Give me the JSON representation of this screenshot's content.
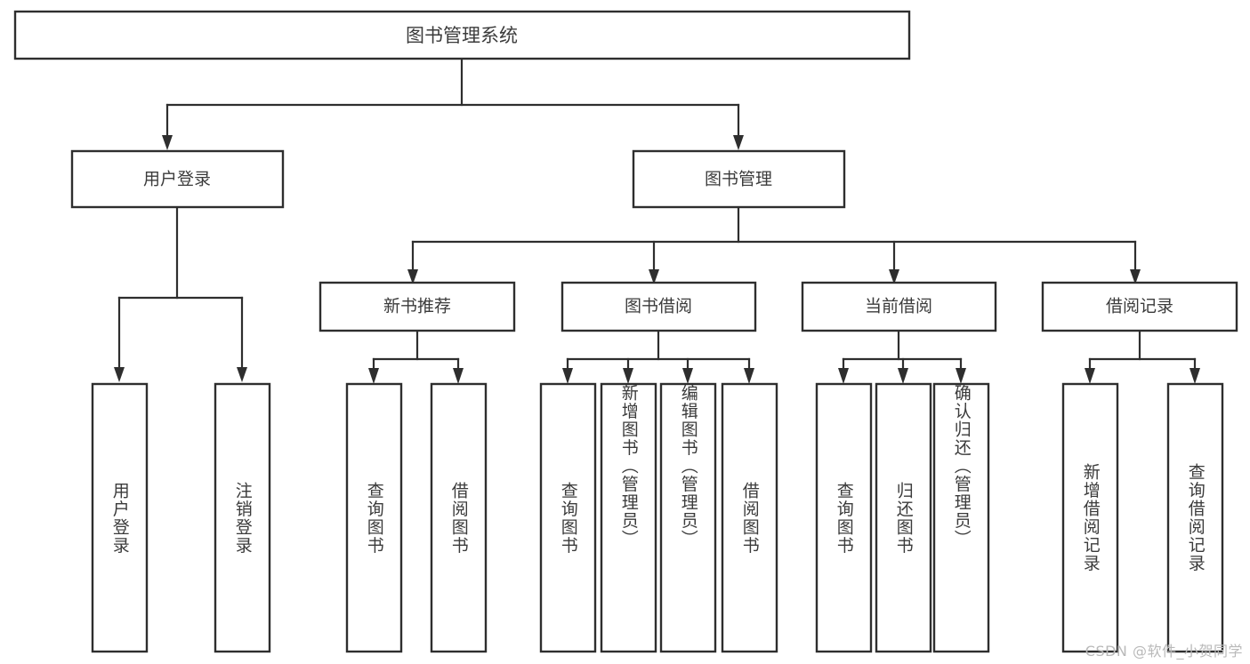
{
  "diagram": {
    "kind": "tree",
    "title_node": {
      "label": "图书管理系统"
    },
    "level1": [
      {
        "id": "user-login",
        "label": "用户登录"
      },
      {
        "id": "book-management",
        "label": "图书管理"
      }
    ],
    "level2": [
      {
        "id": "new-book-recommend",
        "label": "新书推荐",
        "parent": "book-management"
      },
      {
        "id": "book-borrow",
        "label": "图书借阅",
        "parent": "book-management"
      },
      {
        "id": "current-borrow",
        "label": "当前借阅",
        "parent": "book-management"
      },
      {
        "id": "borrow-record",
        "label": "借阅记录",
        "parent": "book-management"
      }
    ],
    "leaves": [
      {
        "id": "leaf-user-login",
        "label": "用户登录",
        "parent": "user-login"
      },
      {
        "id": "leaf-logout-login",
        "label": "注销登录",
        "parent": "user-login"
      },
      {
        "id": "leaf-query-book-1",
        "label": "查询图书",
        "parent": "new-book-recommend"
      },
      {
        "id": "leaf-borrow-book-1",
        "label": "借阅图书",
        "parent": "new-book-recommend"
      },
      {
        "id": "leaf-query-book-2",
        "label": "查询图书",
        "parent": "book-borrow"
      },
      {
        "id": "leaf-add-book",
        "label": "新增图书（管理员）",
        "parent": "book-borrow"
      },
      {
        "id": "leaf-edit-book",
        "label": "编辑图书（管理员）",
        "parent": "book-borrow"
      },
      {
        "id": "leaf-borrow-book-2",
        "label": "借阅图书",
        "parent": "book-borrow"
      },
      {
        "id": "leaf-query-book-3",
        "label": "查询图书",
        "parent": "current-borrow"
      },
      {
        "id": "leaf-return-book",
        "label": "归还图书",
        "parent": "current-borrow"
      },
      {
        "id": "leaf-confirm-return",
        "label": "确认归还（管理员）",
        "parent": "current-borrow"
      },
      {
        "id": "leaf-add-record",
        "label": "新增借阅记录",
        "parent": "borrow-record"
      },
      {
        "id": "leaf-query-record",
        "label": "查询借阅记录",
        "parent": "borrow-record"
      }
    ],
    "colors": {
      "stroke": "#2e2e2e",
      "fill": "#ffffff",
      "text": "#3b3b3b",
      "watermark": "#b9b9b9"
    }
  },
  "watermark": {
    "text": "CSDN @软件_小贺同学"
  }
}
